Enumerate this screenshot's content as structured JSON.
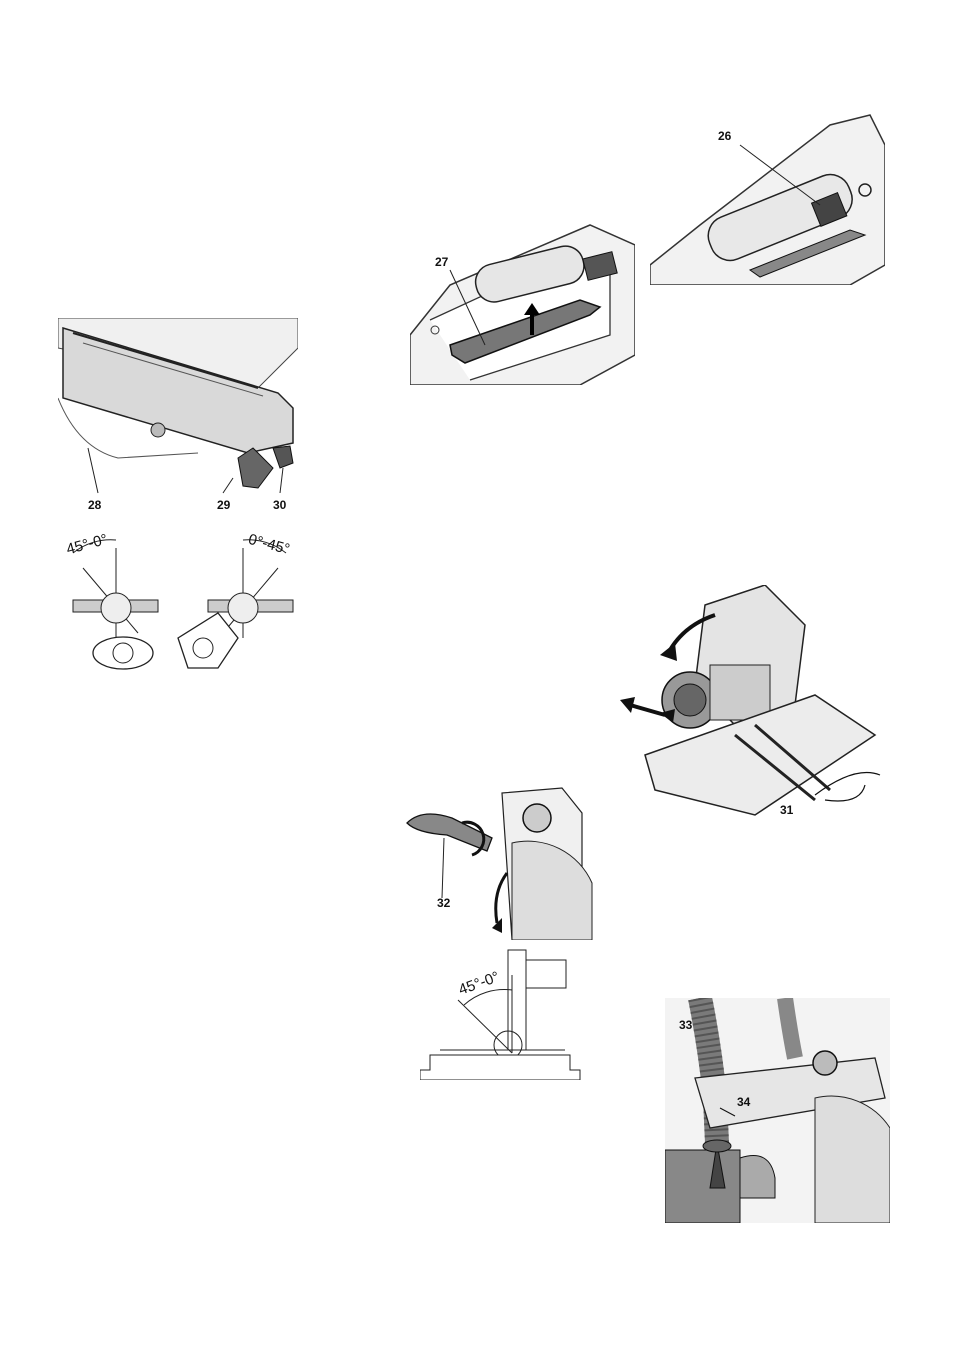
{
  "figures": {
    "handle_open": {
      "label": "27"
    },
    "handle_closed": {
      "label": "26"
    },
    "table_lock": {
      "labels": [
        "28",
        "29",
        "30"
      ]
    },
    "miter_angles": {
      "left": "45°-0°",
      "right": "0°-45°"
    },
    "arm_tilt": {
      "label": "31"
    },
    "bevel_lever": {
      "label": "32"
    },
    "bevel_angle": {
      "angle": "45°-0°"
    },
    "dust_hose": {
      "labels": [
        "33",
        "34"
      ]
    }
  }
}
